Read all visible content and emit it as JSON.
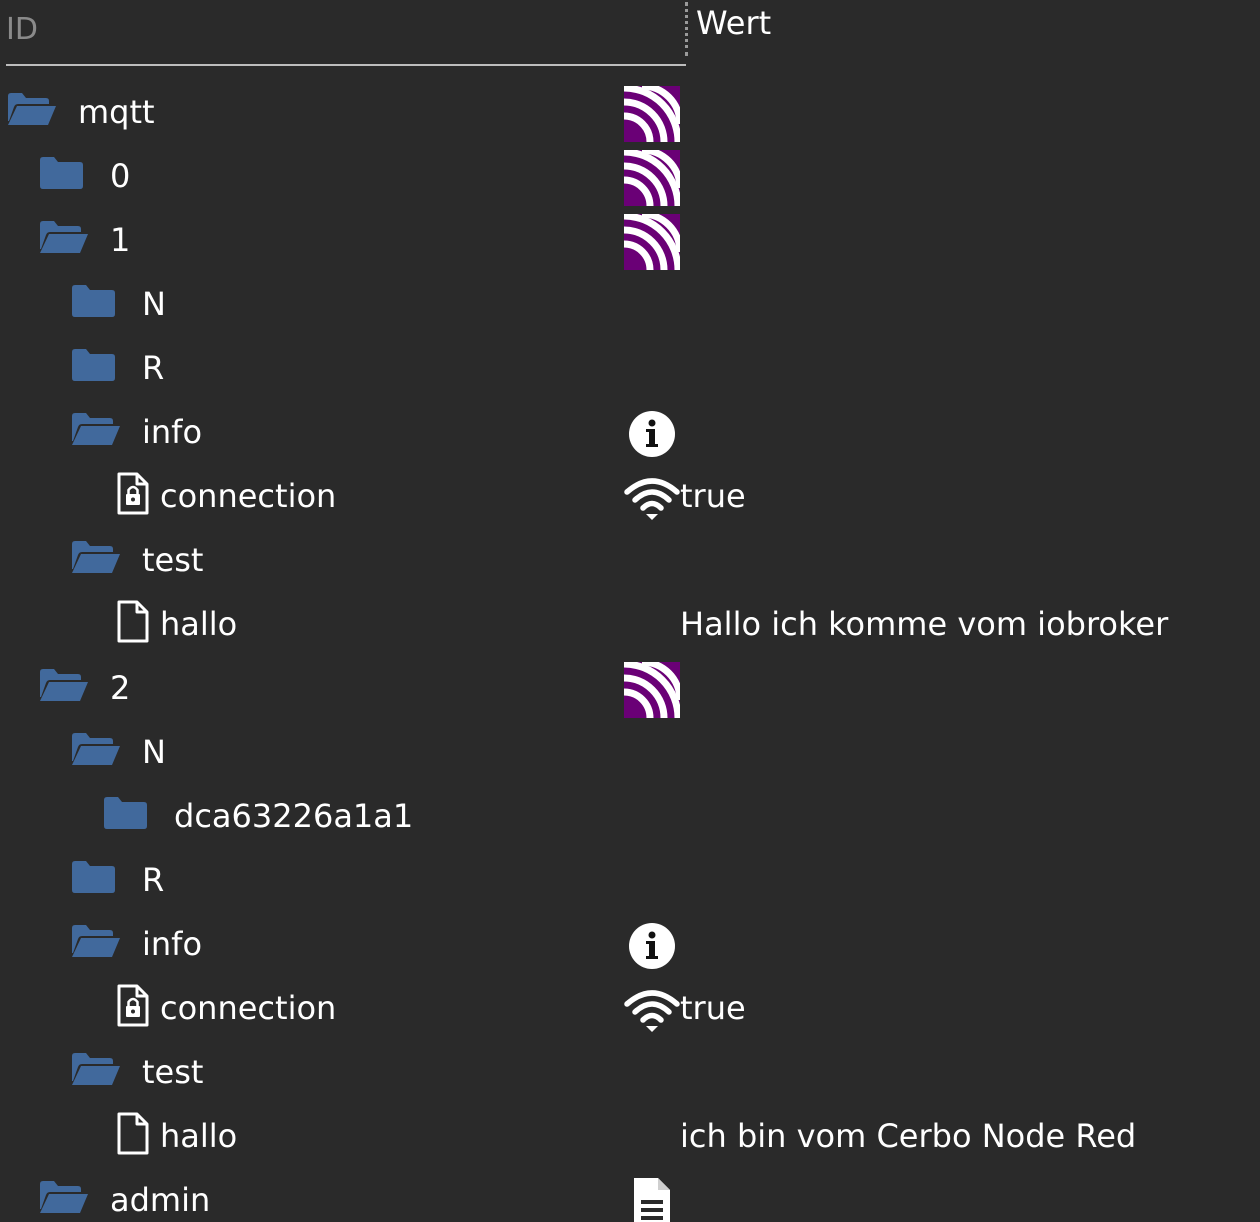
{
  "header": {
    "id_label": "ID",
    "value_label": "Wert"
  },
  "colors": {
    "background": "#2a2a2a",
    "folder": "#41699c",
    "mqtt_icon_bg": "#6a0076",
    "text": "#ffffff",
    "header_id": "#8a8a8a"
  },
  "tree": [
    {
      "name": "mqtt",
      "level": 0,
      "type": "folder-open",
      "value_icon": "mqtt-instance-icon",
      "value": ""
    },
    {
      "name": "0",
      "level": 1,
      "type": "folder-closed",
      "value_icon": "mqtt-instance-icon",
      "value": ""
    },
    {
      "name": "1",
      "level": 1,
      "type": "folder-open",
      "value_icon": "mqtt-instance-icon",
      "value": ""
    },
    {
      "name": "N",
      "level": 2,
      "type": "folder-closed",
      "value_icon": "",
      "value": ""
    },
    {
      "name": "R",
      "level": 2,
      "type": "folder-closed",
      "value_icon": "",
      "value": ""
    },
    {
      "name": "info",
      "level": 2,
      "type": "folder-open",
      "value_icon": "info-icon",
      "value": ""
    },
    {
      "name": "connection",
      "level": 3,
      "type": "state-locked",
      "value_icon": "wifi-icon",
      "value": "true"
    },
    {
      "name": "test",
      "level": 2,
      "type": "folder-open",
      "value_icon": "",
      "value": ""
    },
    {
      "name": "hallo",
      "level": 3,
      "type": "state",
      "value_icon": "",
      "value": "Hallo ich komme vom iobroker"
    },
    {
      "name": "2",
      "level": 1,
      "type": "folder-open",
      "value_icon": "mqtt-instance-icon",
      "value": ""
    },
    {
      "name": "N",
      "level": 2,
      "type": "folder-open",
      "value_icon": "",
      "value": ""
    },
    {
      "name": "dca63226a1a1",
      "level": 3,
      "type": "folder-closed",
      "value_icon": "",
      "value": ""
    },
    {
      "name": "R",
      "level": 2,
      "type": "folder-closed",
      "value_icon": "",
      "value": ""
    },
    {
      "name": "info",
      "level": 2,
      "type": "folder-open",
      "value_icon": "info-icon",
      "value": ""
    },
    {
      "name": "connection",
      "level": 3,
      "type": "state-locked",
      "value_icon": "wifi-icon",
      "value": "true"
    },
    {
      "name": "test",
      "level": 2,
      "type": "folder-open",
      "value_icon": "",
      "value": ""
    },
    {
      "name": "hallo",
      "level": 3,
      "type": "state",
      "value_icon": "",
      "value": "ich bin vom Cerbo Node Red"
    },
    {
      "name": "admin",
      "level": 1,
      "type": "folder-open",
      "value_icon": "document-icon",
      "value": ""
    }
  ]
}
